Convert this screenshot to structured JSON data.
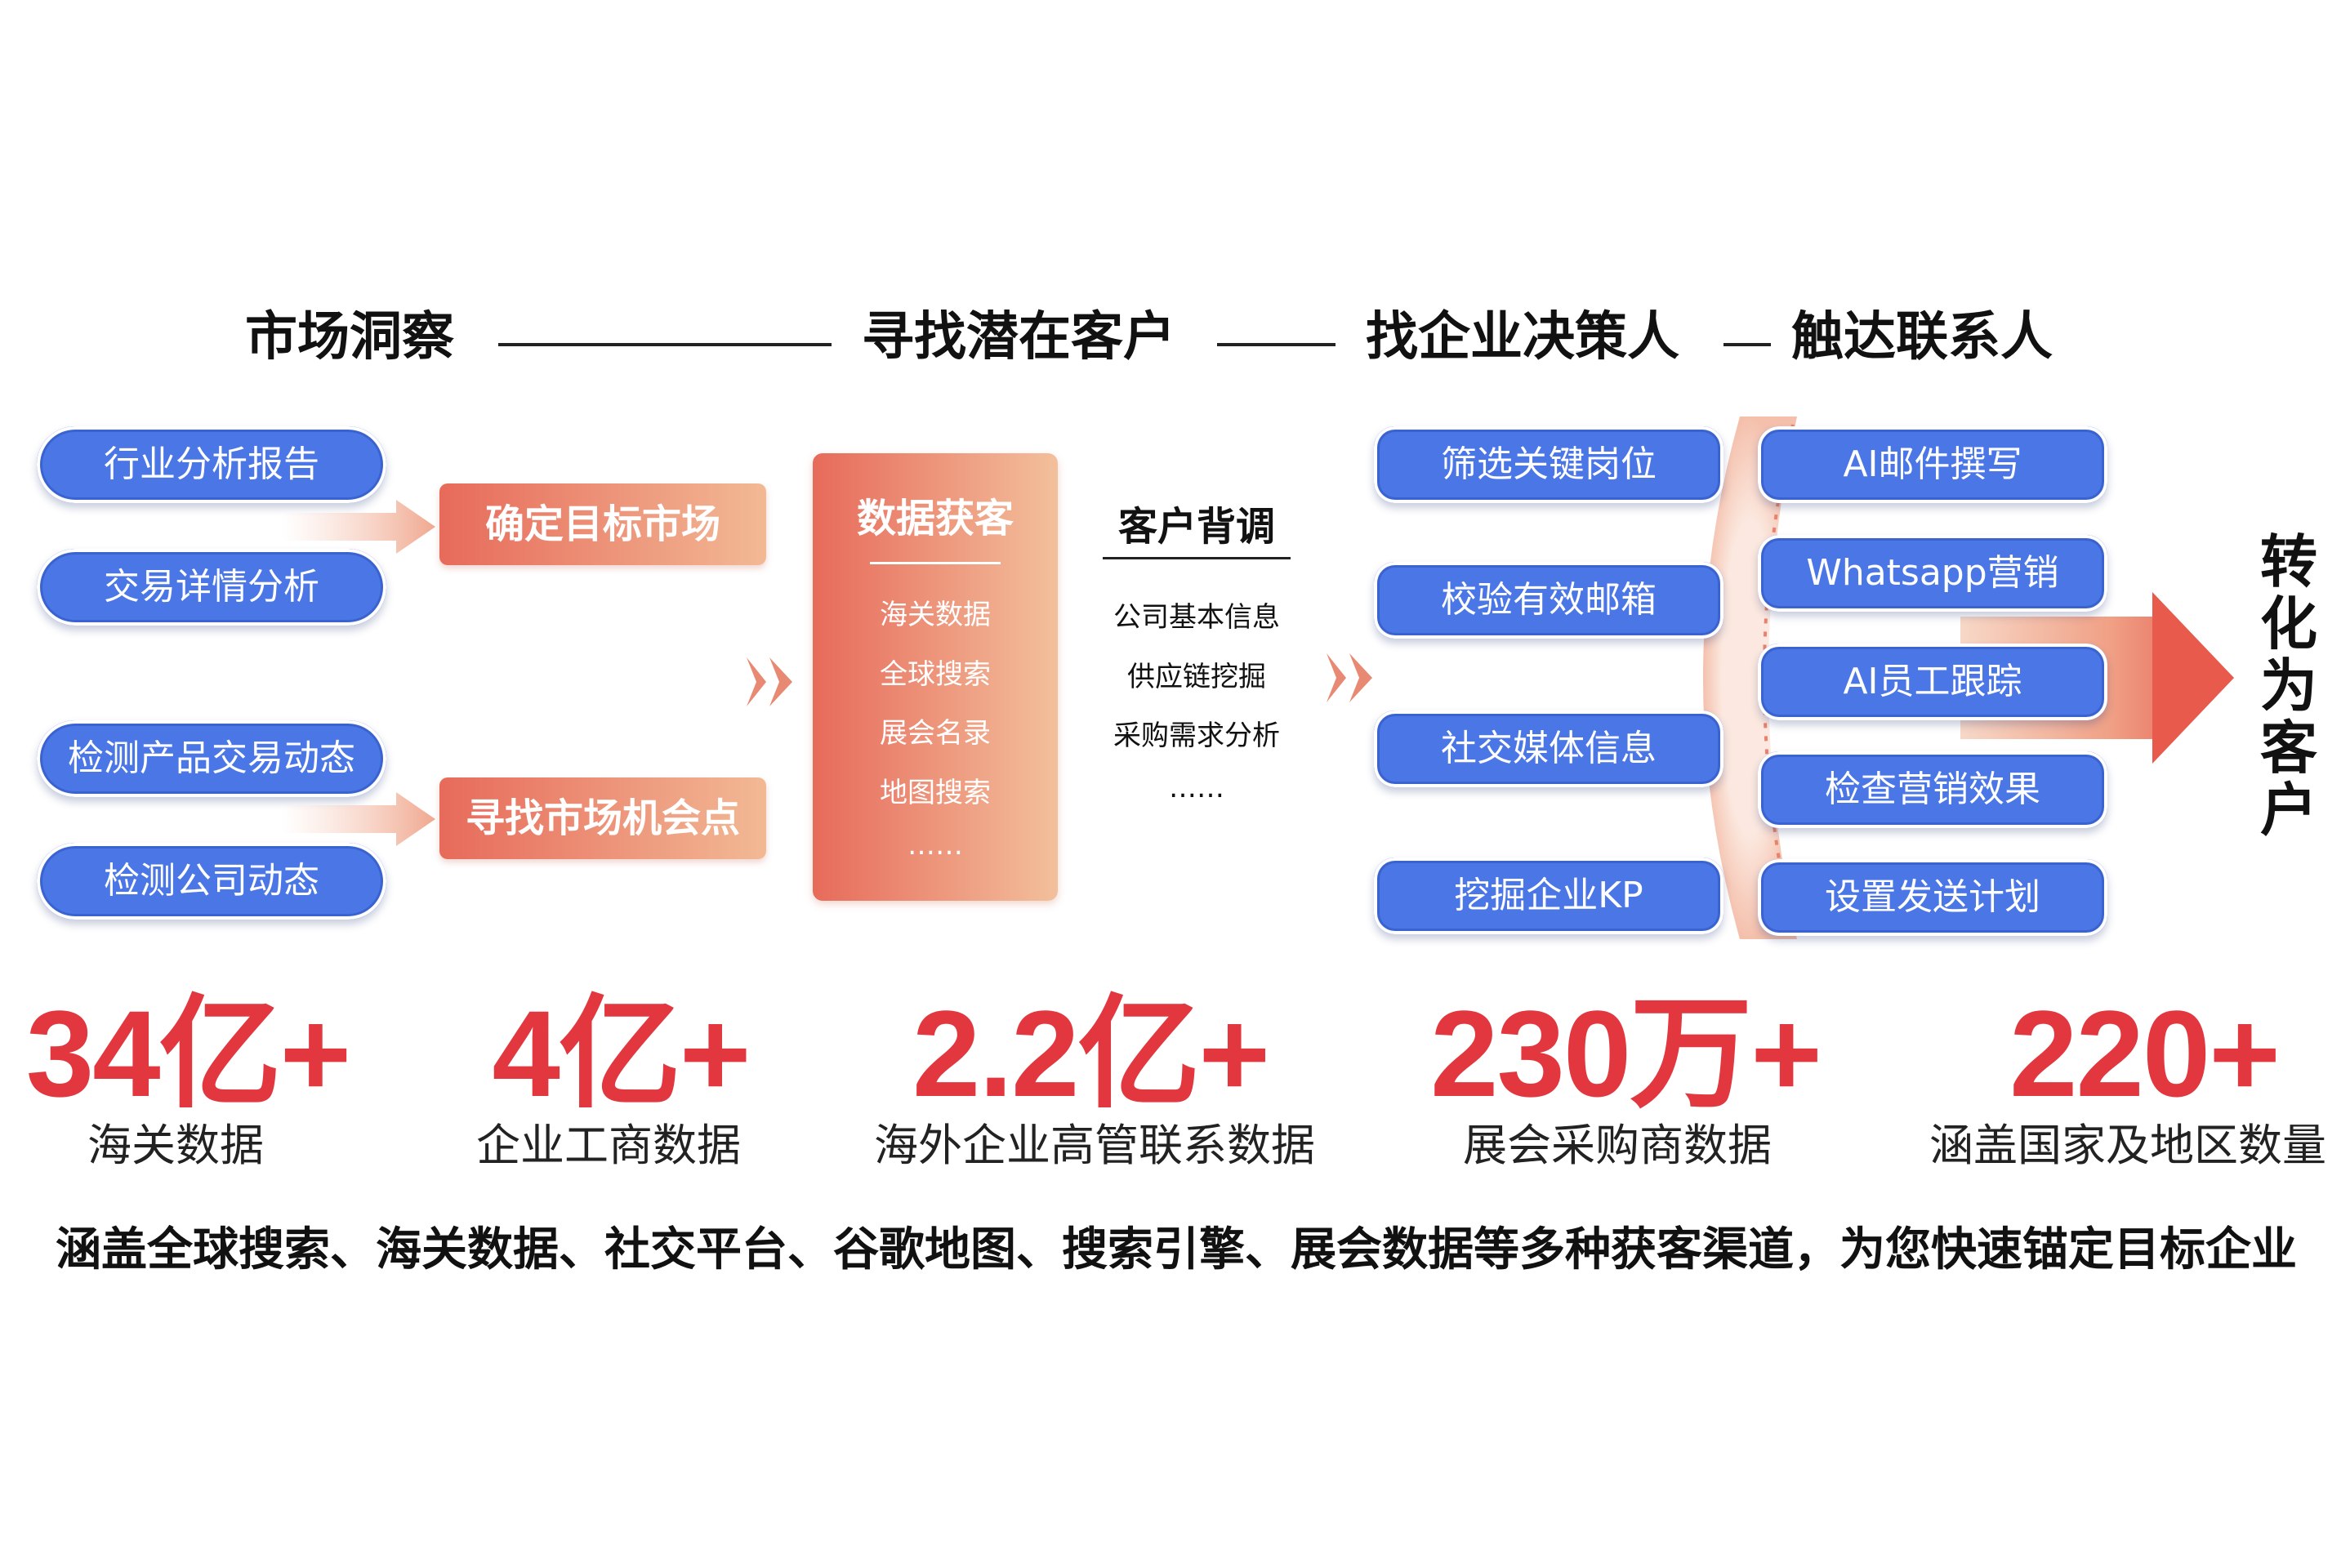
{
  "stages": [
    "市场洞察",
    "寻找潜在客户",
    "找企业决策人",
    "触达联系人"
  ],
  "market": {
    "group1": [
      "行业分析报告",
      "交易详情分析"
    ],
    "group1_result": "确定目标市场",
    "group2": [
      "检测产品交易动态",
      "检测公司动态"
    ],
    "group2_result": "寻找市场机会点"
  },
  "acquire": {
    "title": "数据获客",
    "items": [
      "海关数据",
      "全球搜索",
      "展会名录",
      "地图搜索",
      "……"
    ]
  },
  "background": {
    "title": "客户背调",
    "items": [
      "公司基本信息",
      "供应链挖掘",
      "采购需求分析",
      "……"
    ]
  },
  "decision_makers": [
    "筛选关键岗位",
    "校验有效邮箱",
    "社交媒体信息",
    "挖掘企业KP"
  ],
  "reach": [
    "AI邮件撰写",
    "Whatsapp营销",
    "AI员工跟踪",
    "检查营销效果",
    "设置发送计划"
  ],
  "convert": "转化为客户",
  "stats": [
    {
      "value": "34亿+",
      "label": "海关数据"
    },
    {
      "value": "4亿+",
      "label": "企业工商数据"
    },
    {
      "value": "2.2亿+",
      "label": "海外企业高管联系数据"
    },
    {
      "value": "230万+",
      "label": "展会采购商数据"
    },
    {
      "value": "220+",
      "label": "涵盖国家及地区数量"
    }
  ],
  "footer": "涵盖全球搜索、海关数据、社交平台、谷歌地图、搜索引擎、展会数据等多种获客渠道，为您快速锚定目标企业",
  "colors": {
    "blue": "#4a76e6",
    "red": "#e2373e",
    "orange_start": "#e76a5a",
    "orange_end": "#f2b995"
  }
}
